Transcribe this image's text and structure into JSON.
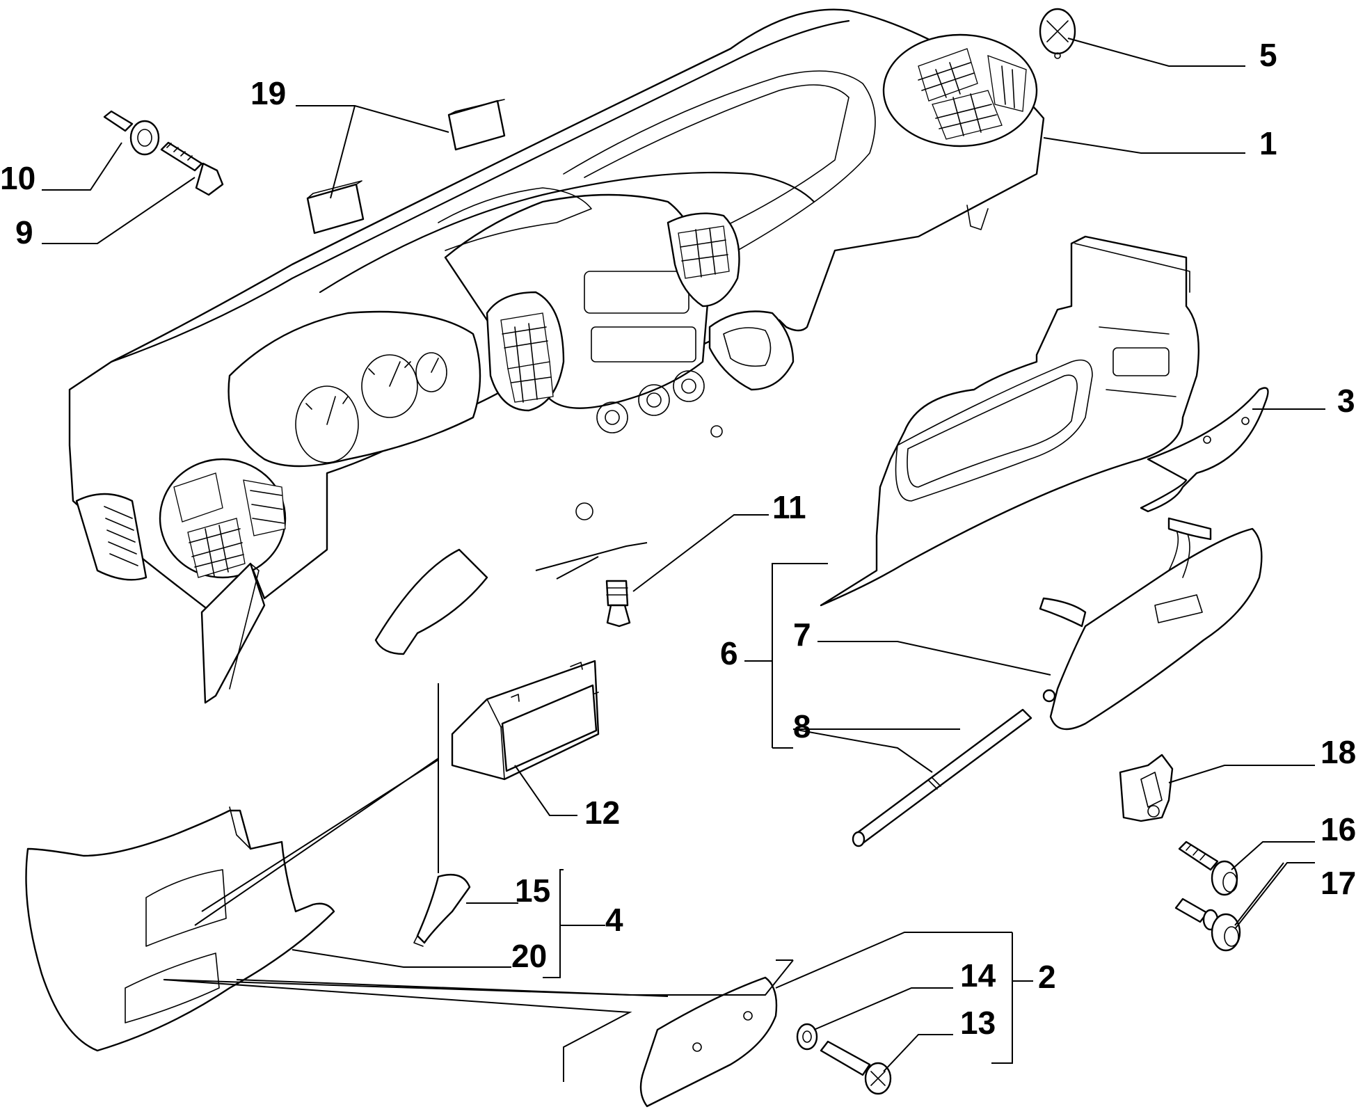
{
  "diagram": {
    "labels": [
      {
        "key": "1",
        "text": "1"
      },
      {
        "key": "2",
        "text": "2"
      },
      {
        "key": "3",
        "text": "3"
      },
      {
        "key": "4",
        "text": "4"
      },
      {
        "key": "5",
        "text": "5"
      },
      {
        "key": "6",
        "text": "6"
      },
      {
        "key": "7",
        "text": "7"
      },
      {
        "key": "8",
        "text": "8"
      },
      {
        "key": "9",
        "text": "9"
      },
      {
        "key": "10",
        "text": "10"
      },
      {
        "key": "11",
        "text": "11"
      },
      {
        "key": "12",
        "text": "12"
      },
      {
        "key": "13",
        "text": "13"
      },
      {
        "key": "14",
        "text": "14"
      },
      {
        "key": "15",
        "text": "15"
      },
      {
        "key": "16",
        "text": "16"
      },
      {
        "key": "17",
        "text": "17"
      },
      {
        "key": "18",
        "text": "18"
      },
      {
        "key": "19",
        "text": "19"
      },
      {
        "key": "20",
        "text": "20"
      }
    ]
  }
}
